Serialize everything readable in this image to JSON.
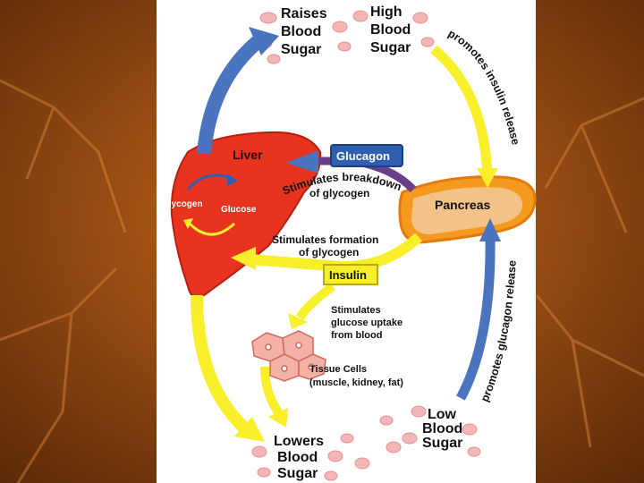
{
  "colors": {
    "background_dark": "#5a2808",
    "background_light": "#c96a1c",
    "liver": "#e8341e",
    "pancreas": "#f59a1f",
    "insulin_arrow": "#f8ee2a",
    "glucagon_arrow": "#4a74be",
    "label_box": "#2f5fb0"
  },
  "nodes": {
    "raises": [
      "Raises",
      "Blood",
      "Sugar"
    ],
    "high": [
      "High",
      "Blood",
      "Sugar"
    ],
    "low": [
      "Low",
      "Blood",
      "Sugar"
    ],
    "lowers": [
      "Lowers",
      "Blood",
      "Sugar"
    ],
    "liver": "Liver",
    "glucagon": "Glucagon",
    "pancreas": "Pancreas",
    "insulin": "Insulin",
    "glycogen": "Glycogen",
    "glucose": "Glucose",
    "tissue": [
      "Tissue Cells",
      "(muscle, kidney, fat)"
    ]
  },
  "labels": {
    "promotes_insulin": "promotes insulin release",
    "promotes_glucagon": "promotes glucagon release",
    "breakdown": [
      "Stimulates breakdown",
      "of glycogen"
    ],
    "formation": [
      "Stimulates formation",
      "of glycogen"
    ],
    "uptake": [
      "Stimulates",
      "glucose uptake",
      "from blood"
    ]
  }
}
